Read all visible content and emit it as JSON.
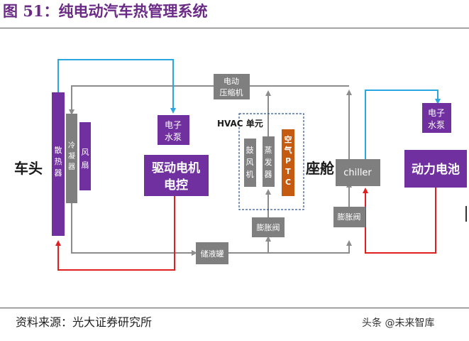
{
  "title": "图 51：纯电动汽车热管理系统",
  "source": "资料来源：光大证券研究所",
  "watermark": "头条 @未来智库",
  "colors": {
    "purple": "#70309f",
    "gray": "#7f7f7f",
    "orange": "#c55a11",
    "blue_line": "#2aa6e0",
    "red_line": "#e02020",
    "gray_line": "#8c8c8c",
    "title": "#6a2a86"
  },
  "diagram": {
    "front_label": "车头",
    "cabin_label": "座舱",
    "radiator": "散热器",
    "condenser": "冷凝器",
    "fan": "风扇",
    "pump_left": [
      "电子",
      "水泵"
    ],
    "motor_controller": [
      "驱动电机",
      "电控"
    ],
    "compressor": [
      "电动",
      "压缩机"
    ],
    "hvac_label": "HVAC 单元",
    "blower": "鼓风机",
    "evaporator": "蒸发器",
    "ptc": "空气PTC",
    "expansion_valve_1": "膨胀阀",
    "expansion_valve_2": "膨胀阀",
    "accumulator": "储液罐",
    "chiller": "chiller",
    "pump_right": [
      "电子",
      "水泵"
    ],
    "battery": "动力电池"
  }
}
